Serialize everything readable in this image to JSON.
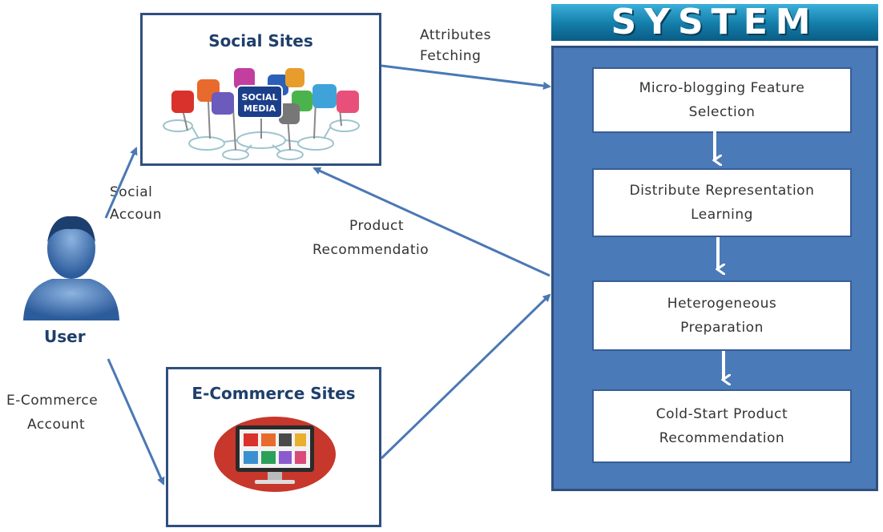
{
  "social_sites": {
    "title": "Social Sites",
    "badge": [
      "SOCIAL",
      "MEDIA"
    ]
  },
  "ecommerce_sites": {
    "title": "E-Commerce Sites"
  },
  "user": {
    "label": "User"
  },
  "edges": {
    "attributes_fetching": [
      "Attributes",
      "Fetching"
    ],
    "social_account": [
      "Social",
      "Accoun"
    ],
    "product_recommendation": [
      "Product",
      "Recommendatio"
    ],
    "ecommerce_account": [
      "E-Commerce",
      "Account"
    ]
  },
  "system": {
    "banner": "SYSTEM",
    "steps": [
      [
        "Micro-blogging Feature",
        "Selection"
      ],
      [
        "Distribute Representation",
        "Learning"
      ],
      [
        "Heterogeneous",
        "Preparation"
      ],
      [
        "Cold-Start Product",
        "Recommendation"
      ]
    ]
  },
  "colors": {
    "box_border": "#2f4f7e",
    "panel": "#4a7ab8",
    "arrow": "#4a78b5",
    "title": "#1f3f6b",
    "banner": "#137ca8"
  }
}
